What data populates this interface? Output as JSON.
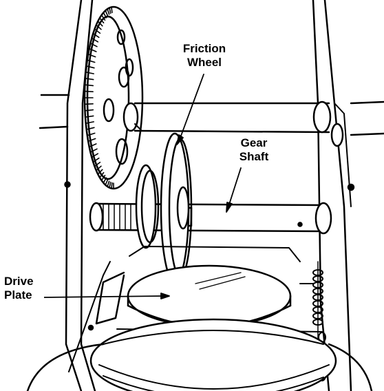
{
  "labels": {
    "friction_wheel": {
      "line1": "Friction",
      "line2": "Wheel"
    },
    "gear_shaft": {
      "line1": "Gear",
      "line2": "Shaft"
    },
    "drive_plate": {
      "line1": "Drive",
      "line2": "Plate"
    }
  },
  "colors": {
    "ink": "#000000",
    "paper": "#ffffff"
  }
}
